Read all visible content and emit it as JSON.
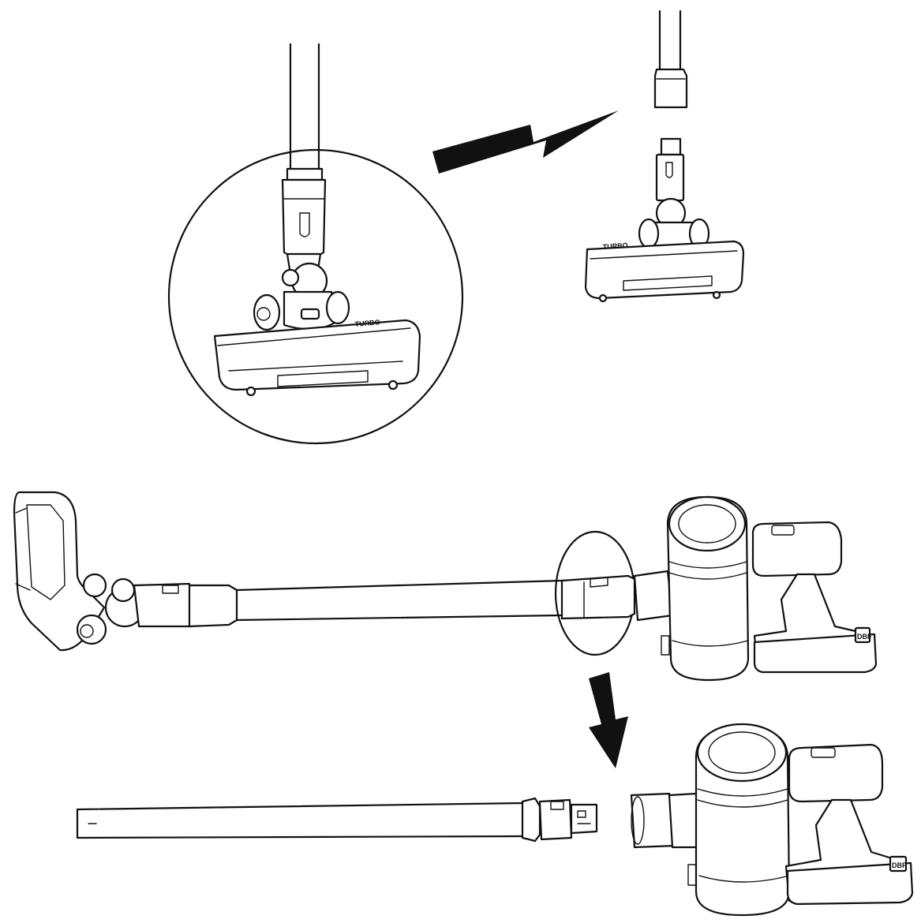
{
  "figure": {
    "head_label_detail": "TURBO",
    "head_label_detached": "TURBO",
    "battery_label_top": "DBF",
    "battery_label_bottom": "DBF",
    "line_color": "#111111",
    "background": "#ffffff"
  }
}
